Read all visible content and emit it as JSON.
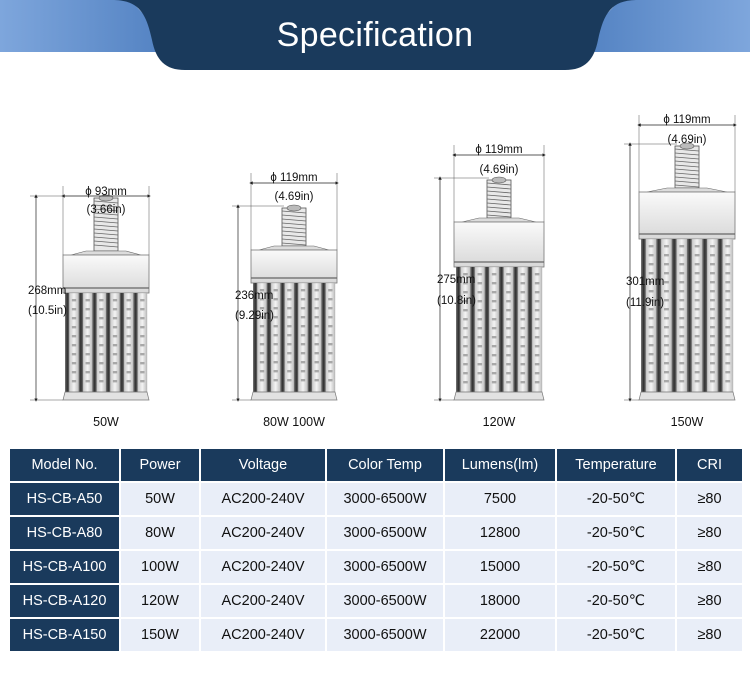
{
  "title": "Specification",
  "colors": {
    "navy": "#1a3a5c",
    "banner_side": "#4f7fc0",
    "cell_bg": "#e9eef8"
  },
  "bulbs": [
    {
      "caption": "50W",
      "diameter_mm": "ϕ 93mm",
      "diameter_in": "(3.66in)",
      "height_mm": "268mm",
      "height_in": "(10.5in)"
    },
    {
      "caption": "80W 100W",
      "diameter_mm": "ϕ 119mm",
      "diameter_in": "(4.69in)",
      "height_mm": "236mm",
      "height_in": "(9.29in)"
    },
    {
      "caption": "120W",
      "diameter_mm": "ϕ 119mm",
      "diameter_in": "(4.69in)",
      "height_mm": "275mm",
      "height_in": "(10.8in)"
    },
    {
      "caption": "150W",
      "diameter_mm": "ϕ 119mm",
      "diameter_in": "(4.69in)",
      "height_mm": "301mm",
      "height_in": "(11.9in)"
    }
  ],
  "table": {
    "headers": [
      "Model No.",
      "Power",
      "Voltage",
      "Color Temp",
      "Lumens(lm)",
      "Temperature",
      "CRI"
    ],
    "rows": [
      [
        "HS-CB-A50",
        "50W",
        "AC200-240V",
        "3000-6500W",
        "7500",
        "-20-50℃",
        "≥80"
      ],
      [
        "HS-CB-A80",
        "80W",
        "AC200-240V",
        "3000-6500W",
        "12800",
        "-20-50℃",
        "≥80"
      ],
      [
        "HS-CB-A100",
        "100W",
        "AC200-240V",
        "3000-6500W",
        "15000",
        "-20-50℃",
        "≥80"
      ],
      [
        "HS-CB-A120",
        "120W",
        "AC200-240V",
        "3000-6500W",
        "18000",
        "-20-50℃",
        "≥80"
      ],
      [
        "HS-CB-A150",
        "150W",
        "AC200-240V",
        "3000-6500W",
        "22000",
        "-20-50℃",
        "≥80"
      ]
    ]
  }
}
